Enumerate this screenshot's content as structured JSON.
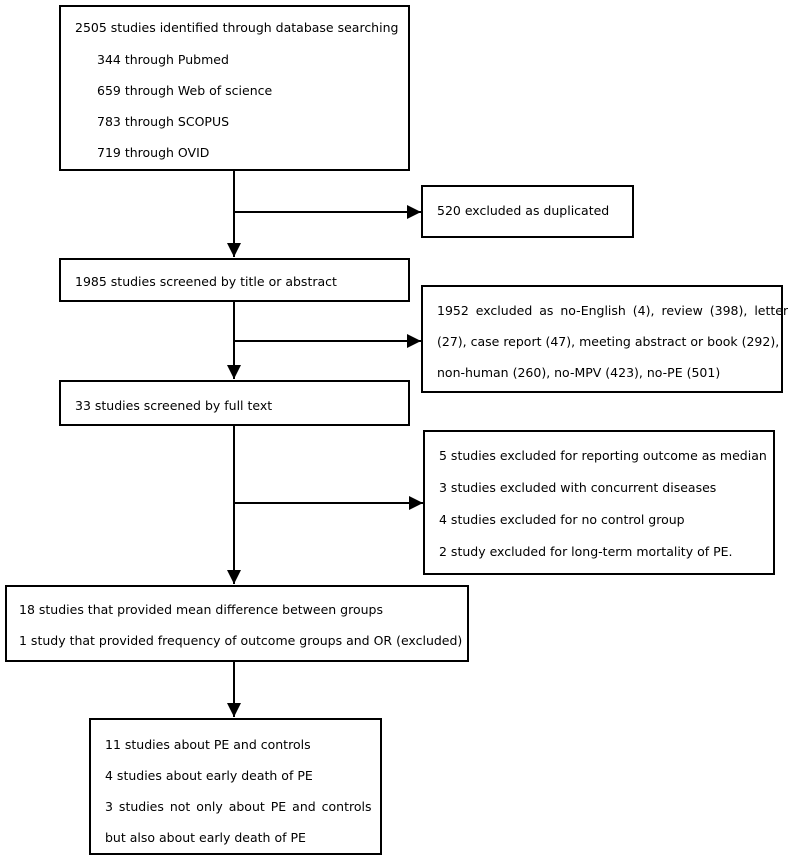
{
  "flow": {
    "identified": {
      "lines": [
        "2505 studies identified through database searching",
        "344 through Pubmed",
        "659 through Web of science",
        "783 through SCOPUS",
        "719 through OVID"
      ]
    },
    "duplicates": {
      "lines": [
        "520 excluded as duplicated"
      ]
    },
    "screened": {
      "lines": [
        "1985 studies screened by title or abstract"
      ]
    },
    "excluded_screening": {
      "lines": [
        "1952 excluded as no-English (4), review (398), letter",
        "(27), case report (47), meeting abstract or book (292),",
        "non-human (260), no-MPV (423), no-PE (501)"
      ]
    },
    "fulltext": {
      "lines": [
        "33 studies screened by full text"
      ]
    },
    "excluded_fulltext": {
      "lines": [
        "5 studies excluded for reporting outcome as median",
        "3 studies excluded with concurrent diseases",
        "4 studies excluded for no control group",
        "2 study excluded for long-term mortality of PE."
      ]
    },
    "provided": {
      "lines": [
        "18 studies that provided mean difference between groups",
        "1 study that provided frequency of outcome groups and OR (excluded)"
      ]
    },
    "included": {
      "lines": [
        "11 studies about PE and controls",
        "4 studies about early death of PE",
        "3 studies not only about PE and controls",
        "but also about early death of PE"
      ]
    }
  }
}
